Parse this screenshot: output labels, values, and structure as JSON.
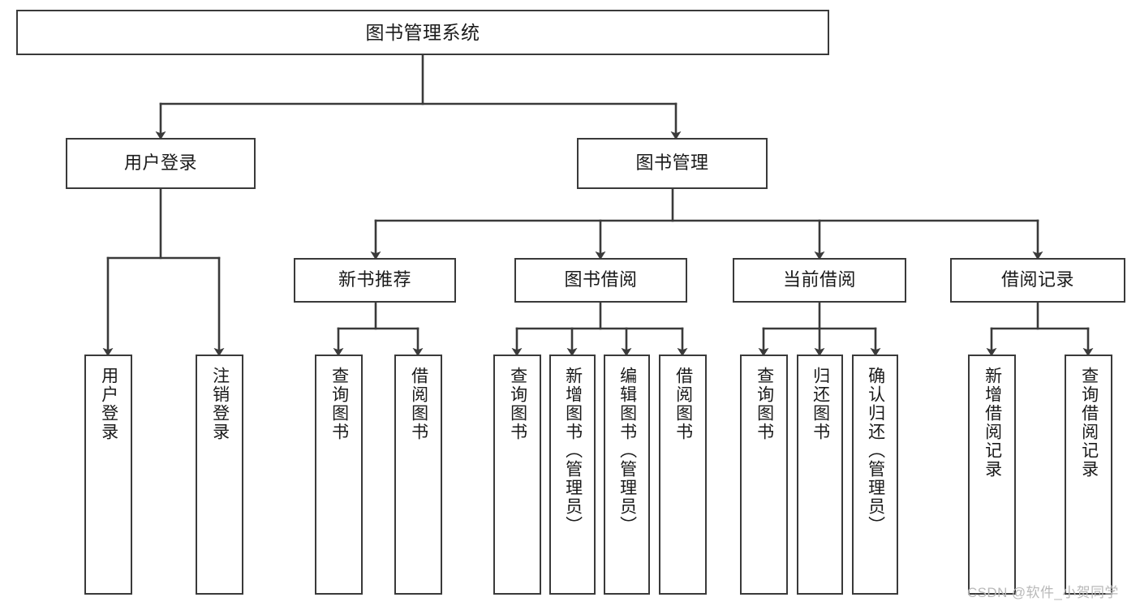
{
  "diagram": {
    "title": "图书管理系统",
    "type": "tree",
    "colors": {
      "stroke": "#3a3a3a",
      "fill": "#ffffff",
      "text": "#1a1a1a",
      "watermark": "#b9b9b9"
    },
    "levels": {
      "root": "图书管理系统",
      "level2": [
        "用户登录",
        "图书管理"
      ],
      "level3": [
        "新书推荐",
        "图书借阅",
        "当前借阅",
        "借阅记录"
      ]
    }
  },
  "nodes": {
    "root": {
      "label": "图书管理系统"
    },
    "user_login": {
      "label": "用户登录"
    },
    "book_manage": {
      "label": "图书管理"
    },
    "new_book_rec": {
      "label": "新书推荐"
    },
    "book_borrow": {
      "label": "图书借阅"
    },
    "current_borrow": {
      "label": "当前借阅"
    },
    "borrow_record": {
      "label": "借阅记录"
    },
    "leaf_user_login": {
      "label": "用户登录"
    },
    "leaf_logout": {
      "label": "注销登录"
    },
    "leaf_query_book_1": {
      "label": "查询图书"
    },
    "leaf_borrow_book_1": {
      "label": "借阅图书"
    },
    "leaf_query_book_2": {
      "label": "查询图书"
    },
    "leaf_add_book": {
      "label": "新增图书（管理员）"
    },
    "leaf_edit_book": {
      "label": "编辑图书（管理员）"
    },
    "leaf_borrow_book_2": {
      "label": "借阅图书"
    },
    "leaf_query_book_3": {
      "label": "查询图书"
    },
    "leaf_return_book": {
      "label": "归还图书"
    },
    "leaf_confirm_return": {
      "label": "确认归还（管理员）"
    },
    "leaf_add_record": {
      "label": "新增借阅记录"
    },
    "leaf_query_record": {
      "label": "查询借阅记录"
    }
  },
  "watermark": {
    "text": "CSDN @软件_小贺同学"
  }
}
